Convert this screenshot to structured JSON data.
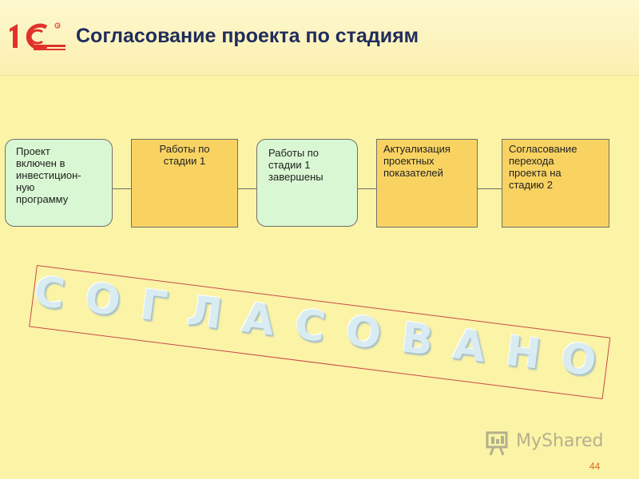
{
  "header": {
    "logo_text": "1С",
    "title": "Согласование проекта по стадиям"
  },
  "flow": {
    "steps": [
      {
        "label": "Проект\nвключен в\nинвестицион-\nную\nпрограмму",
        "shape": "rounded",
        "fill": "#d9f7d3"
      },
      {
        "label": "Работы по\nстадии 1",
        "shape": "rectangle",
        "fill": "#f9d362"
      },
      {
        "label": "Работы по\nстадии 1\nзавершены",
        "shape": "rounded",
        "fill": "#d9f7d3"
      },
      {
        "label": "Актуализация\nпроектных\nпоказателей",
        "shape": "rectangle",
        "fill": "#f9d362"
      },
      {
        "label": "Согласование\nперехода\nпроекта на\nстадию 2",
        "shape": "rectangle",
        "fill": "#f9d362"
      }
    ]
  },
  "stamp": {
    "text": "СОГЛАСОВАНО",
    "border_color": "#c94a4a"
  },
  "watermark": {
    "text": "MyShared",
    "icon": "presentation-board-icon"
  },
  "footer": {
    "page_number": "44"
  },
  "colors": {
    "background": "#fbf3a6",
    "title": "#1f2c5c",
    "logo": "#e0322b",
    "page_number": "#d66a2a"
  }
}
